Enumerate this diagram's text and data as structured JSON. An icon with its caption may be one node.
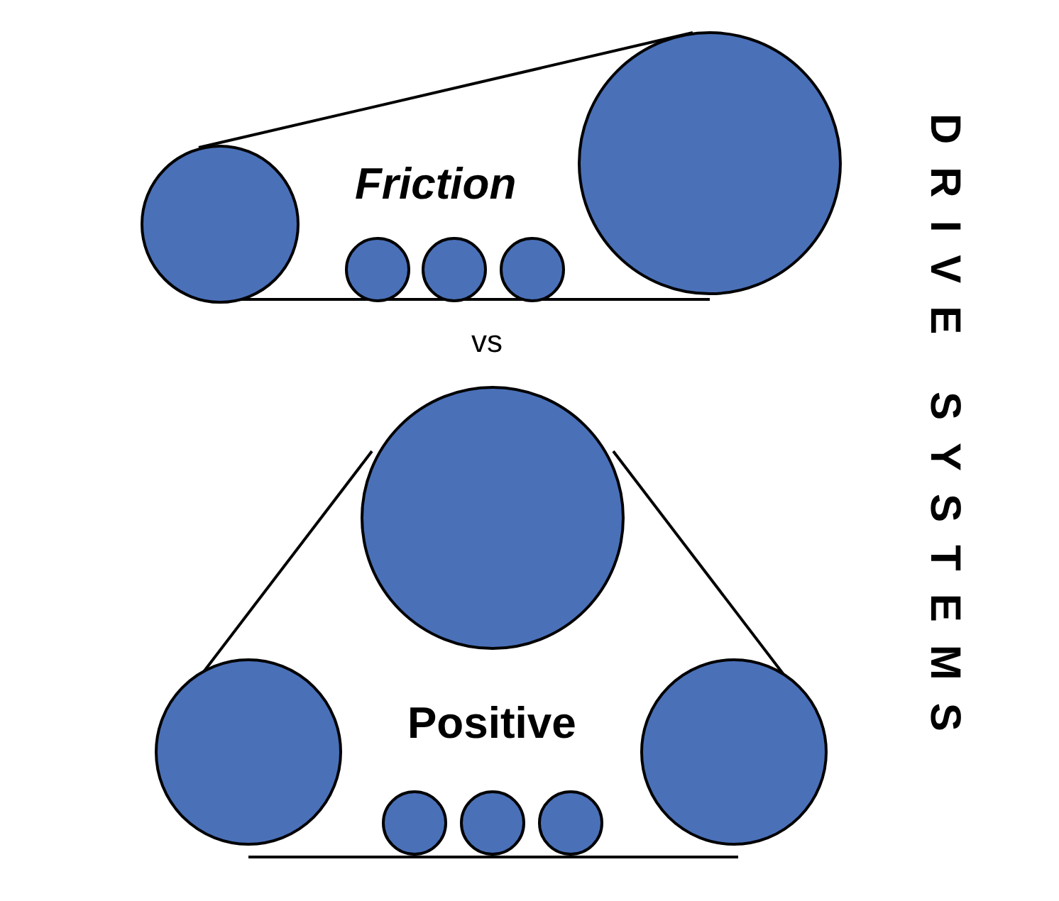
{
  "diagram": {
    "title": "DRIVE SYSTEMS",
    "labels": [
      "Friction",
      "vs",
      "Positive"
    ]
  }
}
